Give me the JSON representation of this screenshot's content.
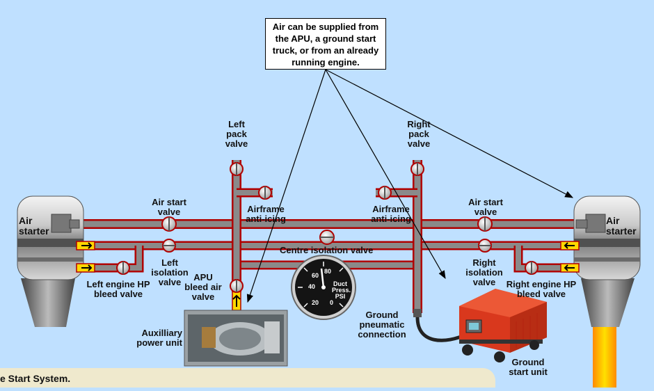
{
  "callout": {
    "text": "Air can be supplied from the APU, a ground start truck, or from an already running engine."
  },
  "caption": "e Start System.",
  "labels": {
    "left_pack_valve": "Left pack valve",
    "right_pack_valve": "Right pack valve",
    "left_air_start_valve": "Air start valve",
    "right_air_start_valve": "Air start valve",
    "left_airframe_anti_icing": "Airframe anti-icing",
    "right_airframe_anti_icing": "Airframe anti-icing",
    "centre_isolation_valve": "Centre isolation valve",
    "left_isolation_valve": "Left isolation valve",
    "right_isolation_valve": "Right isolation valve",
    "left_engine_hp_bleed_valve": "Left engine HP bleed valve",
    "right_engine_hp_bleed_valve": "Right engine HP bleed valve",
    "apu_bleed_air_valve": "APU bleed air valve",
    "auxilliary_power_unit": "Auxilliary power unit",
    "ground_pneumatic_connection": "Ground pneumatic connection",
    "ground_start_unit": "Ground start unit",
    "left_air_starter": "Air starter",
    "right_air_starter": "Air starter"
  },
  "gauge": {
    "label_line1": "Duct",
    "label_line2": "Press.",
    "label_line3": "PSI",
    "ticks": [
      "0",
      "20",
      "40",
      "60",
      "80"
    ]
  },
  "colors": {
    "background": "#bfe0ff",
    "duct": "#8a8a8a",
    "duct_outline": "#b00000",
    "airflow_arrow": "#ffd800",
    "ground_unit": "#e8462a",
    "exhaust": "#ffb000"
  }
}
